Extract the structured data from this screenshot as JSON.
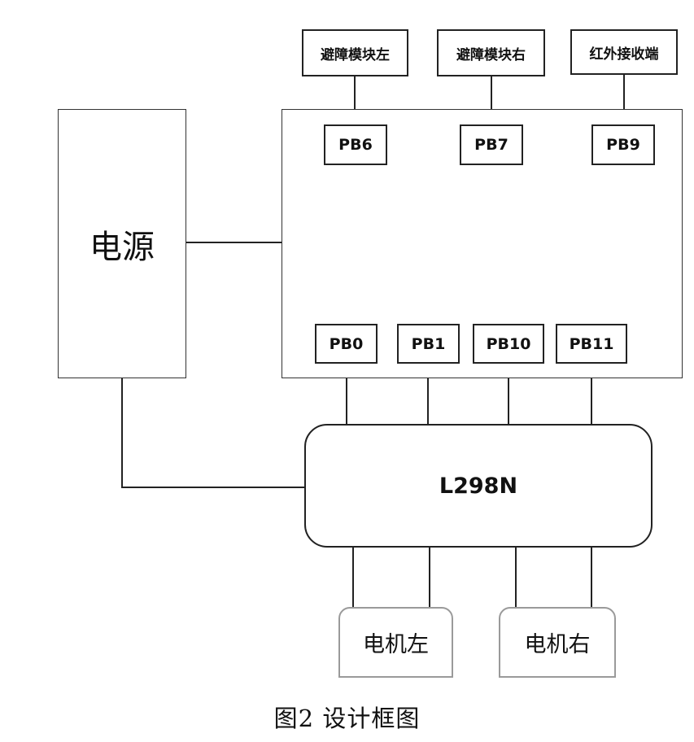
{
  "diagram": {
    "sensors": {
      "obstacle_left": "避障模块左",
      "obstacle_right": "避障模块右",
      "ir_receiver": "红外接收端"
    },
    "mcu_pins": {
      "pb6": "PB6",
      "pb7": "PB7",
      "pb9": "PB9",
      "pb0": "PB0",
      "pb1": "PB1",
      "pb10": "PB10",
      "pb11": "PB11"
    },
    "power": "电源",
    "driver": "L298N",
    "motors": {
      "left": "电机左",
      "right": "电机右"
    },
    "caption": "图2  设计框图"
  }
}
